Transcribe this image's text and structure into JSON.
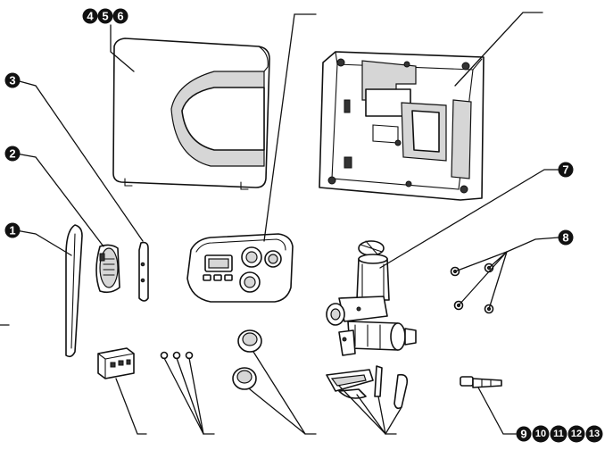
{
  "colors": {
    "ink": "#111111",
    "background": "#ffffff",
    "badge_fill": "#111111",
    "badge_text": "#ffffff"
  },
  "callouts": {
    "c1": "1",
    "c2": "2",
    "c3": "3",
    "c4": "4",
    "c5": "5",
    "c6": "6",
    "c7": "7",
    "c8": "8",
    "c9": "9",
    "c10": "10",
    "c11": "11",
    "c12": "12",
    "c13": "13"
  }
}
